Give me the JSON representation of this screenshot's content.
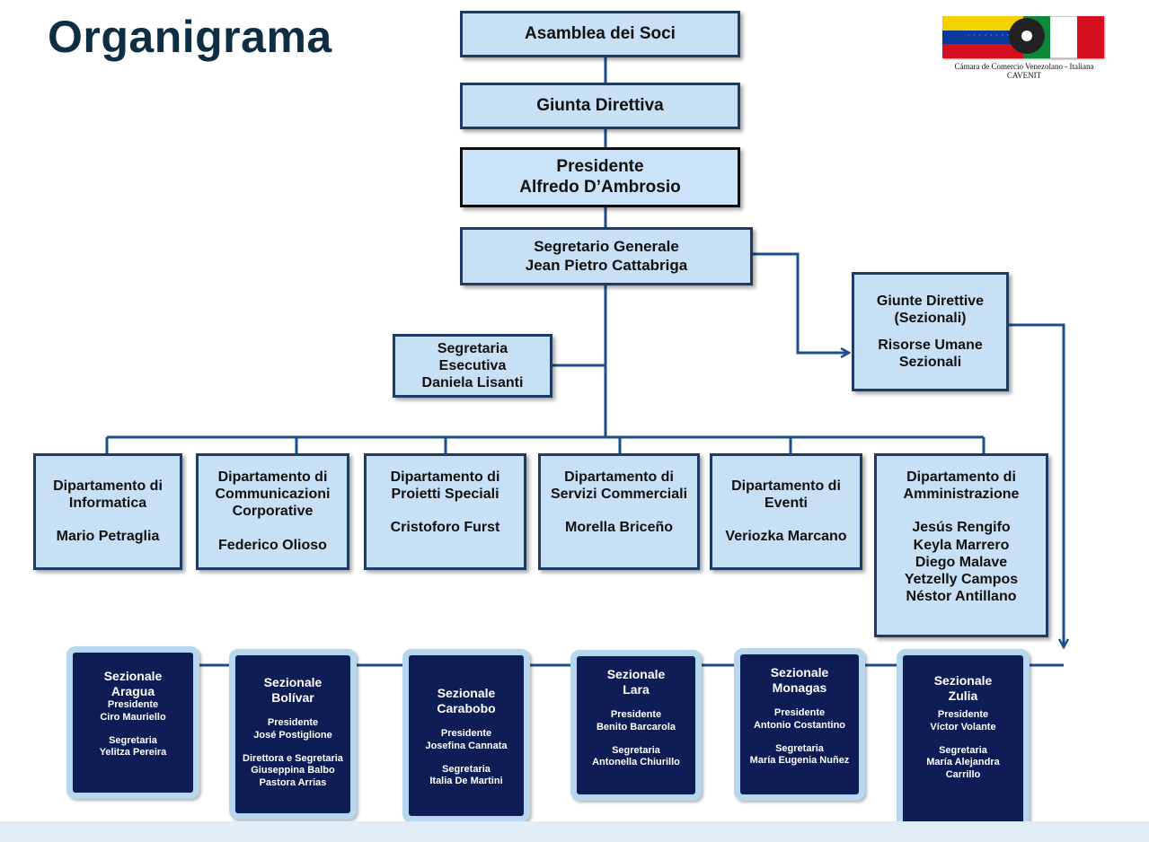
{
  "title": "Organigrama",
  "logo": {
    "line1": "Cámara de Comercio Venezolano - Italiana",
    "line2": "CAVENIT",
    "stars": "· · · · · · · ·"
  },
  "top_boxes": {
    "asamblea": "Asamblea dei Soci",
    "giunta": "Giunta Direttiva",
    "presidente_role": "Presidente",
    "presidente_name": "Alfredo D’Ambrosio",
    "segretario_role": "Segretario Generale",
    "segretario_name": "Jean Pietro Cattabriga"
  },
  "segretaria": {
    "line1": "Segretaria",
    "line2": "Esecutiva",
    "line3": "Daniela Lisanti"
  },
  "giunte_sezionali": {
    "line1": "Giunte Direttive",
    "line2": "(Sezionali)",
    "line3": "Risorse Umane",
    "line4": "Sezionali"
  },
  "departments": [
    {
      "title1": "Dipartamento di",
      "title2": "Informatica",
      "title3": "",
      "people": [
        "Mario Petraglia"
      ]
    },
    {
      "title1": "Dipartamento di",
      "title2": "Communicazioni",
      "title3": "Corporative",
      "people": [
        "Federico Olioso"
      ]
    },
    {
      "title1": "Dipartamento di",
      "title2": "Proietti Speciali",
      "title3": "",
      "people": [
        "Cristoforo Furst"
      ]
    },
    {
      "title1": "Dipartamento di",
      "title2": "Servizi Commerciali",
      "title3": "",
      "people": [
        "Morella Briceño"
      ]
    },
    {
      "title1": "Dipartamento di",
      "title2": "Eventi",
      "title3": "",
      "people": [
        "Veriozka Marcano"
      ]
    },
    {
      "title1": "Dipartamento di",
      "title2": "Amministrazione",
      "title3": "",
      "people": [
        "Jesús Rengifo",
        "Keyla Marrero",
        "Diego Malave",
        "Yetzelly Campos",
        "Néstor Antillano"
      ]
    }
  ],
  "sezionali": [
    {
      "label": "Sezionale",
      "city": "Aragua",
      "r1": "Presidente",
      "n1": "Ciro Mauriello",
      "r2": "Segretaria",
      "n2": "Yelitza Pereira",
      "n3": ""
    },
    {
      "label": "Sezionale",
      "city": "Bolívar",
      "r1": "Presidente",
      "n1": "José  Postiglione",
      "r2": "Direttora e Segretaria",
      "n2": "Giuseppina Balbo",
      "n3": "Pastora Arrias"
    },
    {
      "label": "Sezionale",
      "city": "Carabobo",
      "r1": "Presidente",
      "n1": "Josefina Cannata",
      "r2": "Segretaria",
      "n2": "Italia De Martini",
      "n3": ""
    },
    {
      "label": "Sezionale",
      "city": "Lara",
      "r1": "Presidente",
      "n1": "Benito Barcarola",
      "r2": "Segretaria",
      "n2": "Antonella Chiurillo",
      "n3": ""
    },
    {
      "label": "Sezionale",
      "city": "Monagas",
      "r1": "Presidente",
      "n1": "Antonio Costantino",
      "r2": "Segretaria",
      "n2": "María Eugenia Nuñez",
      "n3": ""
    },
    {
      "label": "Sezionale",
      "city": "Zulia",
      "r1": "Presidente",
      "n1": "Víctor Volante",
      "r2": "Segretaria",
      "n2": "María Alejandra",
      "n3": "Carrillo"
    }
  ],
  "colors": {
    "box_fill": "#c8e0f6",
    "box_border": "#1e3c62",
    "connector": "#1b4f8a",
    "sezionale_fill": "#0e1d55",
    "sezionale_border": "#b7d7ee",
    "title": "#0e2e44"
  }
}
